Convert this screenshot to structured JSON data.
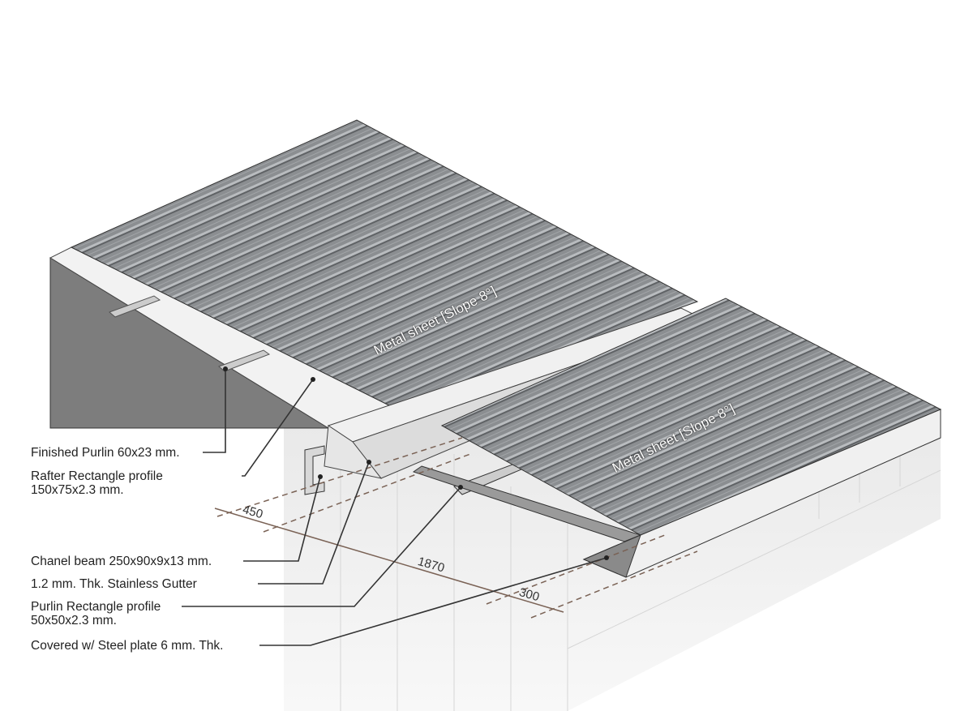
{
  "sheets": [
    {
      "label": "Metal sheet [Slope 8°]"
    },
    {
      "label": "Metal sheet [Slope 8°]"
    }
  ],
  "callouts": [
    {
      "line1": "Finished Purlin 60x23 mm.",
      "line2": ""
    },
    {
      "line1": "Rafter Rectangle profile",
      "line2": "150x75x2.3 mm."
    },
    {
      "line1": "Chanel beam 250x90x9x13 mm.",
      "line2": ""
    },
    {
      "line1": "1.2 mm. Thk. Stainless Gutter",
      "line2": ""
    },
    {
      "line1": "Purlin Rectangle profile",
      "line2": "50x50x2.3 mm."
    },
    {
      "line1": "Covered w/ Steel plate 6 mm. Thk.",
      "line2": ""
    }
  ],
  "dimensions": {
    "d1": "450",
    "d2": "1870",
    "d3": "300"
  },
  "colors": {
    "sheet": "#8a8d90",
    "wall": "#7d7d7d",
    "dimension": "#7a6255",
    "leader": "#333333"
  }
}
